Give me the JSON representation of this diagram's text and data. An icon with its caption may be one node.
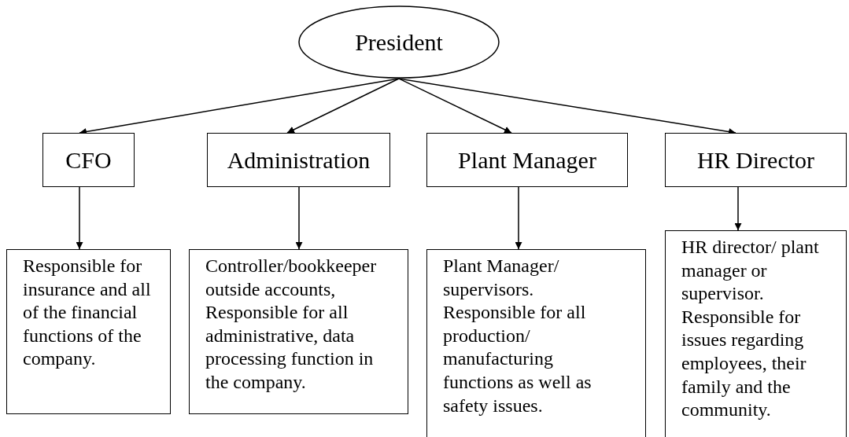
{
  "diagram": {
    "nodes": [
      {
        "text": [
          "President"
        ]
      },
      {
        "text": [
          "CFO"
        ]
      },
      {
        "text": [
          "Administration"
        ]
      },
      {
        "text": [
          "Plant Manager"
        ]
      },
      {
        "text": [
          "HR Director"
        ]
      },
      {
        "text": [
          "Responsible for insurance and all of the financial functions of the company."
        ]
      },
      {
        "text": [
          "Controller/bookkeeper outside accounts, Responsible for all administrative, data processing function in the company."
        ]
      },
      {
        "text": [
          "Plant Manager/ supervisors. Responsible for all production/ manufacturing functions as well as safety issues."
        ]
      },
      {
        "text": [
          "HR director/ plant manager or supervisor. Responsible for issues regarding employees, their family and the community."
        ]
      }
    ],
    "edges": [
      {
        "from": 0,
        "to": 1,
        "arrow": "to"
      },
      {
        "from": 0,
        "to": 2,
        "arrow": "to"
      },
      {
        "from": 0,
        "to": 3,
        "arrow": "to"
      },
      {
        "from": 0,
        "to": 4,
        "arrow": "to"
      },
      {
        "from": 1,
        "to": 5,
        "arrow": "to"
      },
      {
        "from": 2,
        "to": 6,
        "arrow": "to"
      },
      {
        "from": 3,
        "to": 7,
        "arrow": "to"
      },
      {
        "from": 4,
        "to": 8,
        "arrow": "to"
      }
    ]
  }
}
